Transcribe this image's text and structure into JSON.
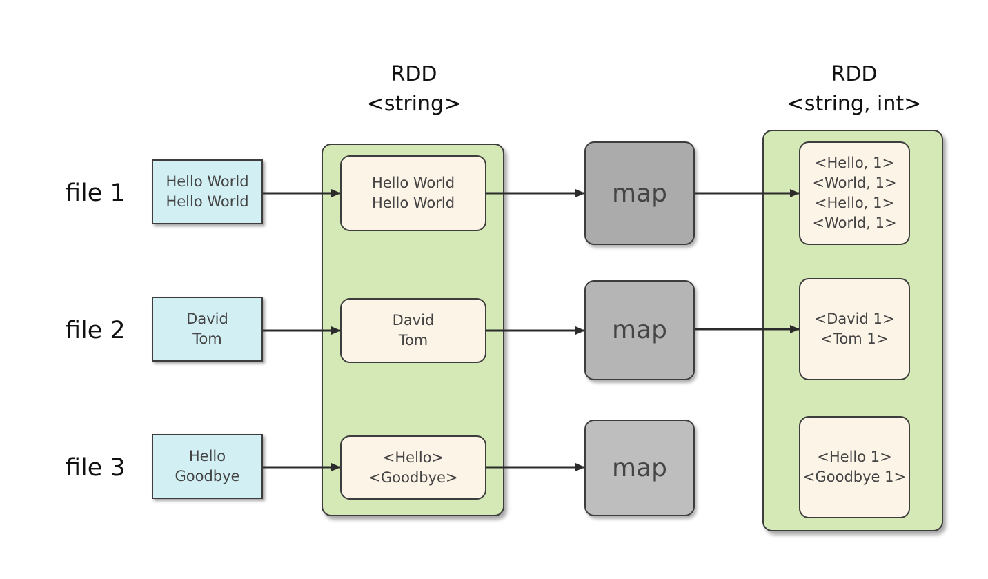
{
  "headers": {
    "rdd_string": {
      "line1": "RDD",
      "line2": "<string>"
    },
    "rdd_string_int": {
      "line1": "RDD",
      "line2": "<string, int>"
    }
  },
  "files": [
    {
      "label": "file 1",
      "source": [
        "Hello World",
        "Hello World"
      ]
    },
    {
      "label": "file 2",
      "source": [
        "David",
        "Tom"
      ]
    },
    {
      "label": "file 3",
      "source": [
        "Hello",
        "Goodbye"
      ]
    }
  ],
  "rdd_string_items": [
    [
      "Hello World",
      "Hello World"
    ],
    [
      "David",
      "Tom"
    ],
    [
      "<Hello>",
      "<Goodbye>"
    ]
  ],
  "map_label": "map",
  "rdd_pair_items": [
    [
      "<Hello, 1>",
      "<World, 1>",
      "<Hello, 1>",
      "<World, 1>"
    ],
    [
      "<David 1>",
      "<Tom 1>"
    ],
    [
      "<Hello 1>",
      "<Goodbye 1>"
    ]
  ],
  "colors": {
    "source_fill": "#d2eff4",
    "container_fill": "#d4e9b6",
    "item_fill": "#fdf4e8",
    "map_fills": [
      "#ababab",
      "#b5b5b5",
      "#bebebe"
    ],
    "stroke": "#3d3d3d"
  }
}
